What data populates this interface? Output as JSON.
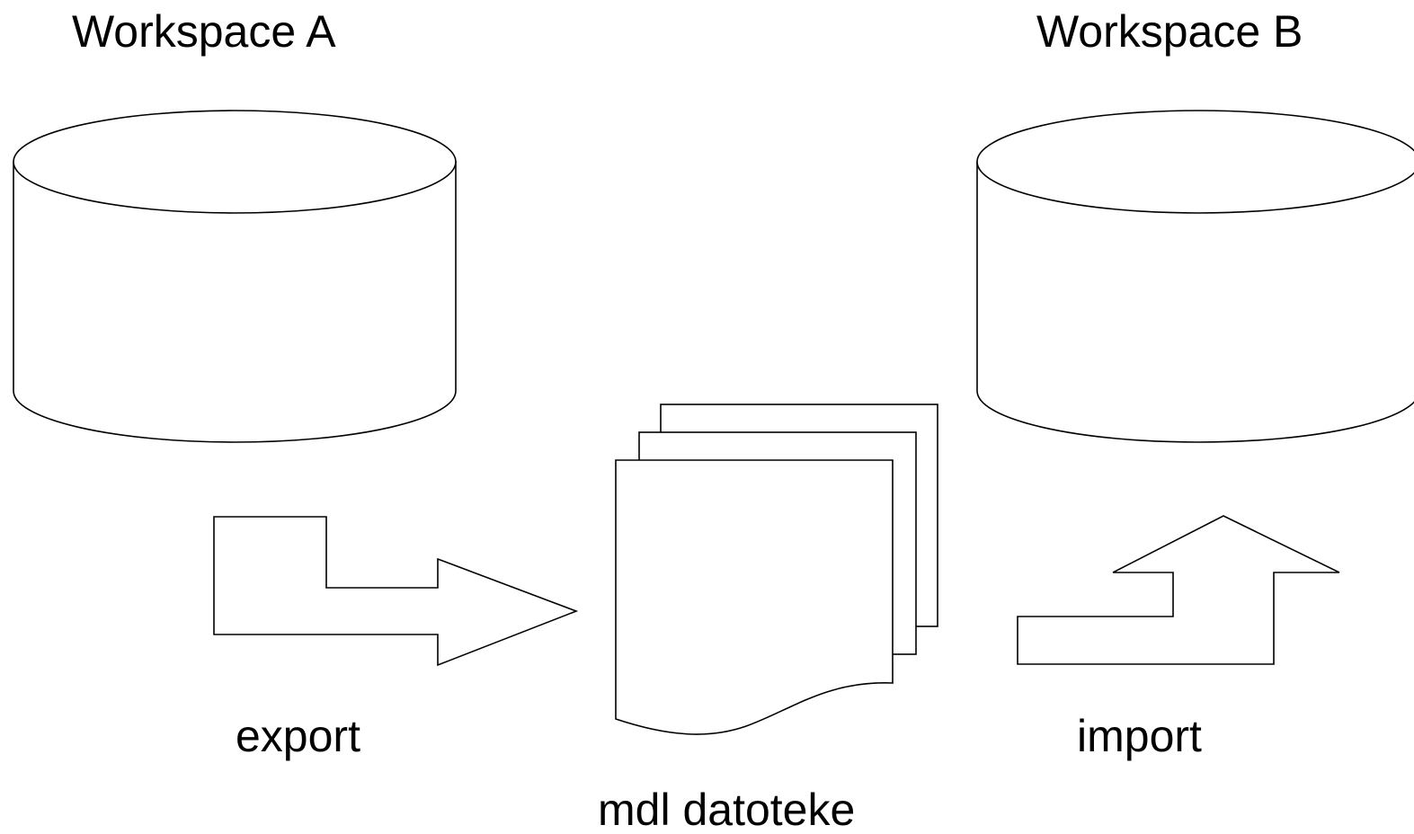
{
  "diagram": {
    "workspace_a_label": "Workspace A",
    "workspace_b_label": "Workspace B",
    "export_label": "export",
    "import_label": "import",
    "files_label": "mdl datoteke"
  }
}
